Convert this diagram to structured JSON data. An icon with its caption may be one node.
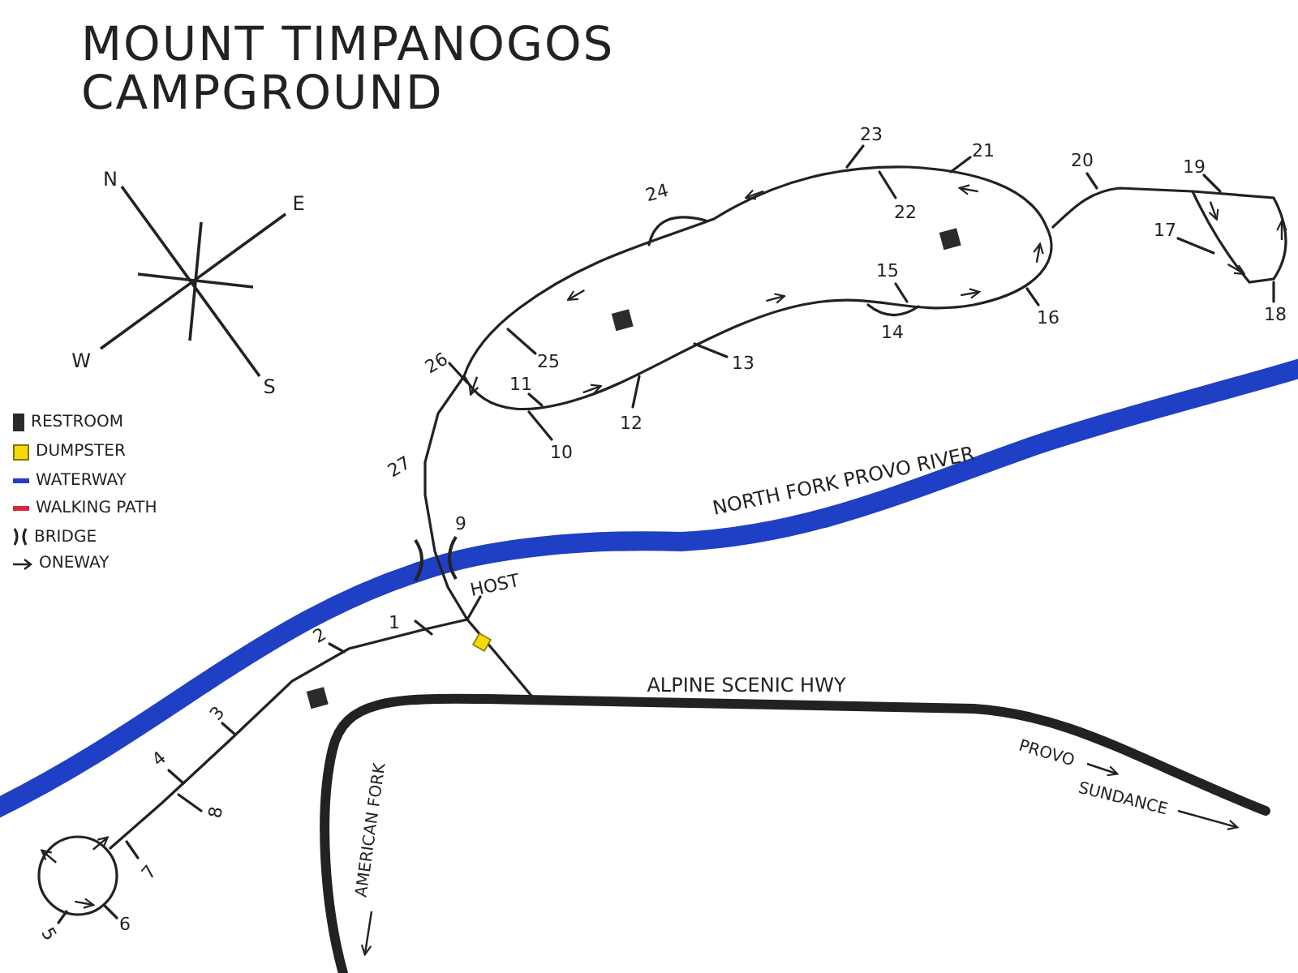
{
  "diagram": {
    "title": "MOUNT TIMPANOGOS CAMPGROUND",
    "labels": [
      "N",
      "E",
      "23",
      "21",
      "20",
      "19",
      "24",
      "22",
      "17",
      "15",
      "18",
      "16",
      "14",
      "W",
      "25",
      "26",
      "11",
      "13",
      "S",
      "12",
      "10",
      "27",
      "NORTH FORK PROVO RIVER",
      "9",
      "HOST",
      "1",
      "2",
      "ALPINE SCENIC HWY",
      "3",
      "PROVO",
      "4",
      "SUNDANCE",
      "8",
      "AMERICAN FORK",
      "7",
      "6",
      "5"
    ],
    "legend": [
      {
        "text": "RESTROOM",
        "color": "#2b2b2b"
      },
      {
        "text": "DUMPSTER",
        "color": "#f5d90a"
      },
      {
        "text": "WATERWAY"
      },
      {
        "text": "WALKING PATH"
      },
      {
        "text": "BRIDGE"
      },
      {
        "text": "ONEWAY"
      }
    ]
  }
}
